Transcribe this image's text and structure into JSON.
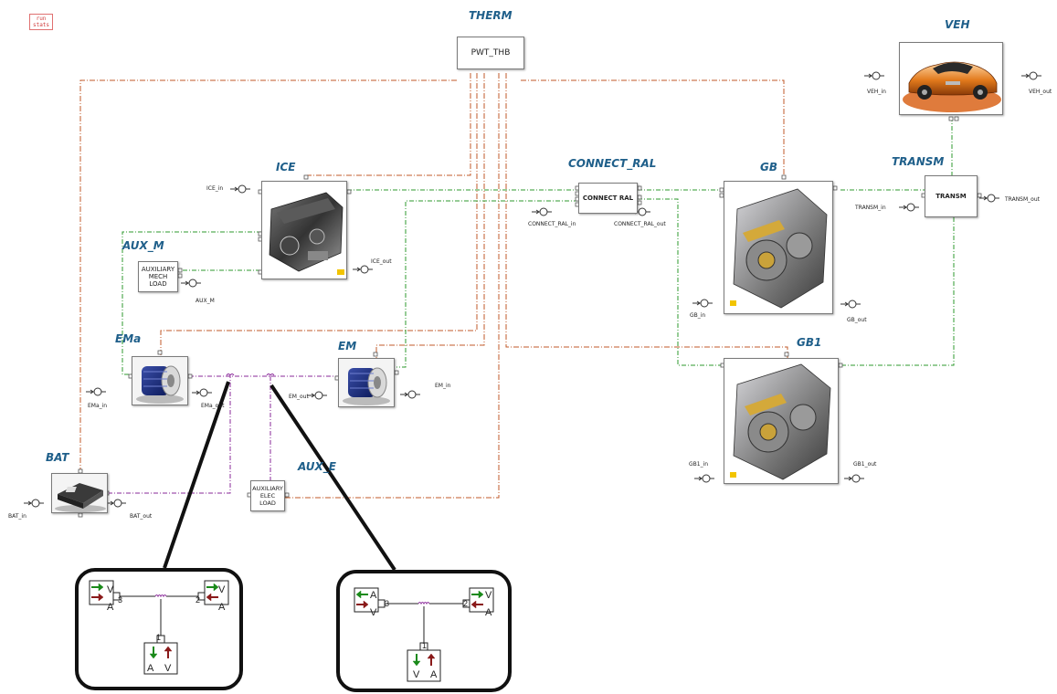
{
  "run_stats": "run\nstats",
  "blocks": {
    "therm": {
      "title": "THERM",
      "label": "PWT_THB"
    },
    "veh": {
      "title": "VEH",
      "in": "VEH_in",
      "out": "VEH_out"
    },
    "ice": {
      "title": "ICE",
      "in": "ICE_in",
      "out": "ICE_out"
    },
    "connect_ral": {
      "title": "CONNECT_RAL",
      "label": "CONNECT RAL",
      "in": "CONNECT_RAL_in",
      "out": "CONNECT_RAL_out"
    },
    "gb": {
      "title": "GB",
      "in": "GB_in",
      "out": "GB_out"
    },
    "transm": {
      "title": "TRANSM",
      "label": "TRANSM",
      "in": "TRANSM_in",
      "out": "TRANSM_out"
    },
    "aux_m": {
      "title": "AUX_M",
      "label": "AUXILIARY\nMECH LOAD",
      "port": "AUX_M"
    },
    "ema": {
      "title": "EMa",
      "in": "EMa_in",
      "out": "EMa_out"
    },
    "em": {
      "title": "EM",
      "in": "EM_in",
      "out": "EM_out"
    },
    "gb1": {
      "title": "GB1",
      "in": "GB1_in",
      "out": "GB1_out"
    },
    "bat": {
      "title": "BAT",
      "in": "BAT_in",
      "out": "BAT_out"
    },
    "aux_e": {
      "title": "AUX_E",
      "label": "AUXILIARY\nELEC LOAD"
    }
  },
  "zoom_left": {
    "port3": "3",
    "port2": "2",
    "port1": "1",
    "p3_top": "V",
    "p3_bot": "A",
    "p2_top": "V",
    "p2_bot": "A",
    "p1_left": "A",
    "p1_right": "V"
  },
  "zoom_right": {
    "port3": "3",
    "port2": "2",
    "port1": "1",
    "p3_top": "A",
    "p3_bot": "V",
    "p2_top": "V",
    "p2_bot": "A",
    "p1_left": "V",
    "p1_right": "A"
  },
  "colors": {
    "thermal": "#c05a28",
    "mechanical": "#2e9a2e",
    "electrical": "#8a2a9a",
    "title": "#1f5f8a",
    "arrow_green": "#1a8a1a",
    "arrow_red": "#8a1a1a"
  }
}
